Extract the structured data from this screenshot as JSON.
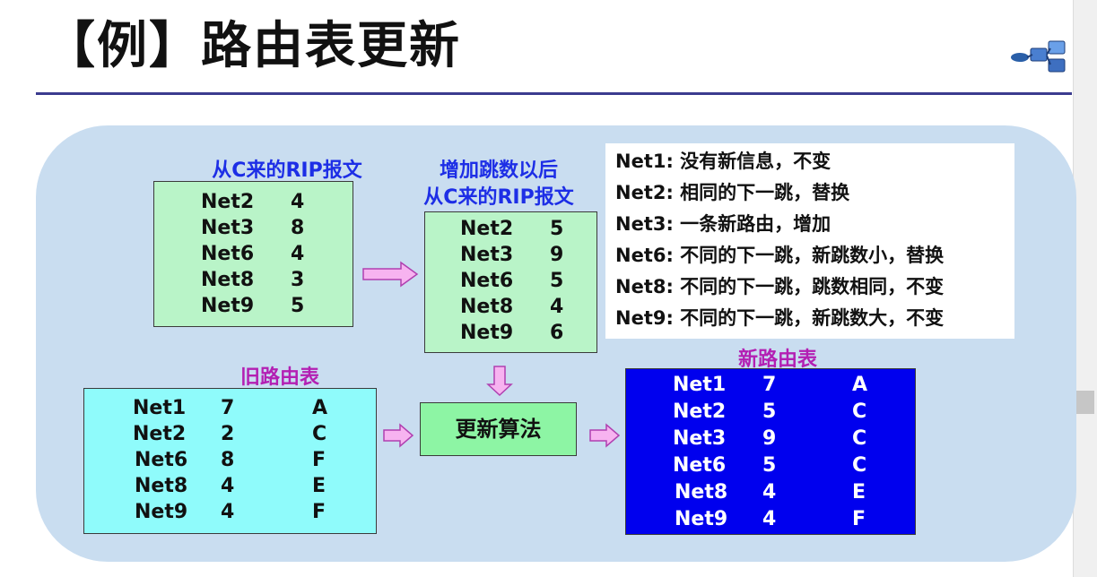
{
  "slide": {
    "title": "【例】路由表更新"
  },
  "labels": {
    "from_c": "从C来的RIP报文",
    "after_hop_line1": "增加跳数以后",
    "after_hop_line2": "从C来的RIP报文",
    "old_table": "旧路由表",
    "new_table": "新路由表",
    "algorithm": "更新算法"
  },
  "rip_from_c": [
    {
      "net": "Net2",
      "hops": "4"
    },
    {
      "net": "Net3",
      "hops": "8"
    },
    {
      "net": "Net6",
      "hops": "4"
    },
    {
      "net": "Net8",
      "hops": "3"
    },
    {
      "net": "Net9",
      "hops": "5"
    }
  ],
  "rip_plus_one": [
    {
      "net": "Net2",
      "hops": "5"
    },
    {
      "net": "Net3",
      "hops": "9"
    },
    {
      "net": "Net6",
      "hops": "5"
    },
    {
      "net": "Net8",
      "hops": "4"
    },
    {
      "net": "Net9",
      "hops": "6"
    }
  ],
  "old_table": [
    {
      "net": "Net1",
      "hops": "7",
      "next": "A"
    },
    {
      "net": "Net2",
      "hops": "2",
      "next": "C"
    },
    {
      "net": "Net6",
      "hops": "8",
      "next": "F"
    },
    {
      "net": "Net8",
      "hops": "4",
      "next": "E"
    },
    {
      "net": "Net9",
      "hops": "4",
      "next": "F"
    }
  ],
  "new_table": [
    {
      "net": "Net1",
      "hops": "7",
      "next": "A"
    },
    {
      "net": "Net2",
      "hops": "5",
      "next": "C"
    },
    {
      "net": "Net3",
      "hops": "9",
      "next": "C"
    },
    {
      "net": "Net6",
      "hops": "5",
      "next": "C"
    },
    {
      "net": "Net8",
      "hops": "4",
      "next": "E"
    },
    {
      "net": "Net9",
      "hops": "4",
      "next": "F"
    }
  ],
  "notes": [
    "Net1: 没有新信息，不变",
    "Net2: 相同的下一跳，替换",
    "Net3: 一条新路由，增加",
    "Net6: 不同的下一跳，新跳数小，替换",
    "Net8: 不同的下一跳，跳数相同，不变",
    "Net9: 不同的下一跳，新跳数大，不变"
  ],
  "colors": {
    "panel": "#c9ddf0",
    "green_box": "#b9f4c8",
    "cyan_box": "#8ffbfb",
    "navy_box": "#0000ee",
    "algo_box": "#8df5a4",
    "arrow_fill": "#f7b3f0",
    "arrow_stroke": "#b040b0",
    "blue_label": "#1d2ee6",
    "pink_label": "#b31fb3"
  }
}
